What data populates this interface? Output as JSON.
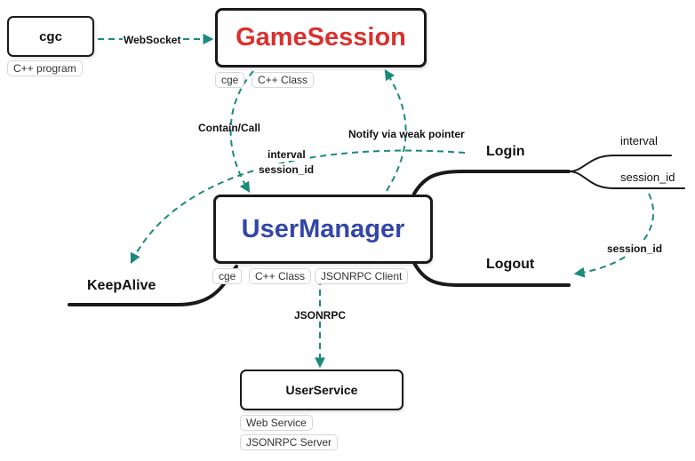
{
  "colors": {
    "accent_edge": "#1b8a7a",
    "gamesession_title": "#d8322f",
    "usermanager_title": "#3346a8",
    "stroke": "#1a1a1a"
  },
  "nodes": {
    "cgc": {
      "label": "cgc",
      "tags": [
        "C++ program"
      ]
    },
    "game_session": {
      "label": "GameSession",
      "tags": [
        "cge",
        "C++ Class"
      ]
    },
    "user_manager": {
      "label": "UserManager",
      "tags": [
        "cge",
        "C++ Class",
        "JSONRPC Client"
      ]
    },
    "user_service": {
      "label": "UserService",
      "tags": [
        "Web Service",
        "JSONRPC Server"
      ]
    }
  },
  "edges": {
    "websocket": "WebSocket",
    "contain_call": "Contain/Call",
    "notify": "Notify via weak pointer",
    "jsonrpc": "JSONRPC",
    "login_to_keepalive": [
      "interval",
      "session_id"
    ],
    "session_to_logout": "session_id"
  },
  "branches": {
    "login": {
      "label": "Login",
      "children": [
        "interval",
        "session_id"
      ]
    },
    "logout": {
      "label": "Logout"
    },
    "keepalive": {
      "label": "KeepAlive"
    }
  }
}
